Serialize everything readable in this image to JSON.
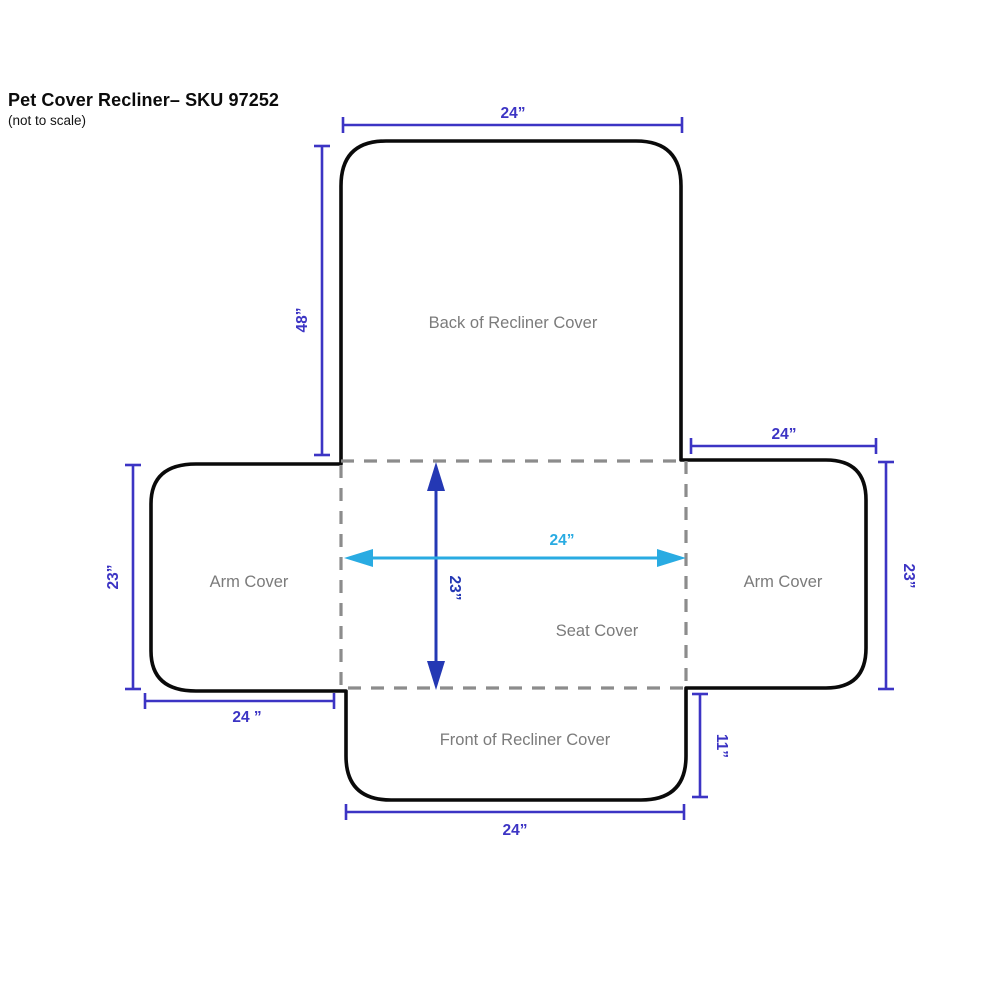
{
  "title": "Pet Cover Recliner– SKU 97252",
  "subtitle": "(not to scale)",
  "sections": {
    "back": {
      "label": "Back of Recliner Cover"
    },
    "left_arm": {
      "label": "Arm Cover"
    },
    "right_arm": {
      "label": "Arm Cover"
    },
    "seat": {
      "label": "Seat Cover"
    },
    "front": {
      "label": "Front of Recliner Cover"
    }
  },
  "dimensions": {
    "back_width": "24”",
    "back_height": "48”",
    "right_arm_width": "24”",
    "right_arm_height": "23”",
    "left_arm_height": "23”",
    "left_arm_width": "24 ”",
    "seat_width": "24”",
    "seat_height": "23”",
    "front_height": "11”",
    "front_width": "24”"
  },
  "colors": {
    "outline": "#0a0a0a",
    "dimension": "#3c34c4",
    "seat_width_arrow": "#29abe2",
    "seat_height_arrow": "#2438b4",
    "dashed_border": "#8c8c8c",
    "section_label": "#7b7b7b"
  }
}
